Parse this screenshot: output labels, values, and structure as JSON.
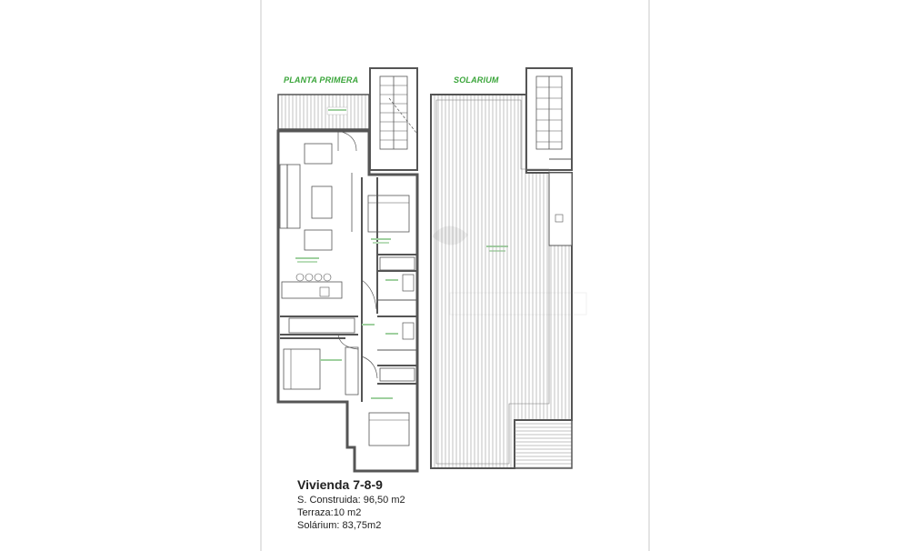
{
  "drawing": {
    "first_floor_label": "PLANTA PRIMERA",
    "solarium_label": "SOLARIUM"
  },
  "caption": {
    "title": "Vivienda 7-8-9",
    "built_area": "S. Construida: 96,50 m2",
    "terrace": "Terraza:10 m2",
    "solarium_area": "Solárium: 83,75m2"
  },
  "colors": {
    "label_green": "#3aa53a",
    "wall": "#555555",
    "hatch": "#9a9a9a",
    "frame": "#bbbbbb"
  }
}
